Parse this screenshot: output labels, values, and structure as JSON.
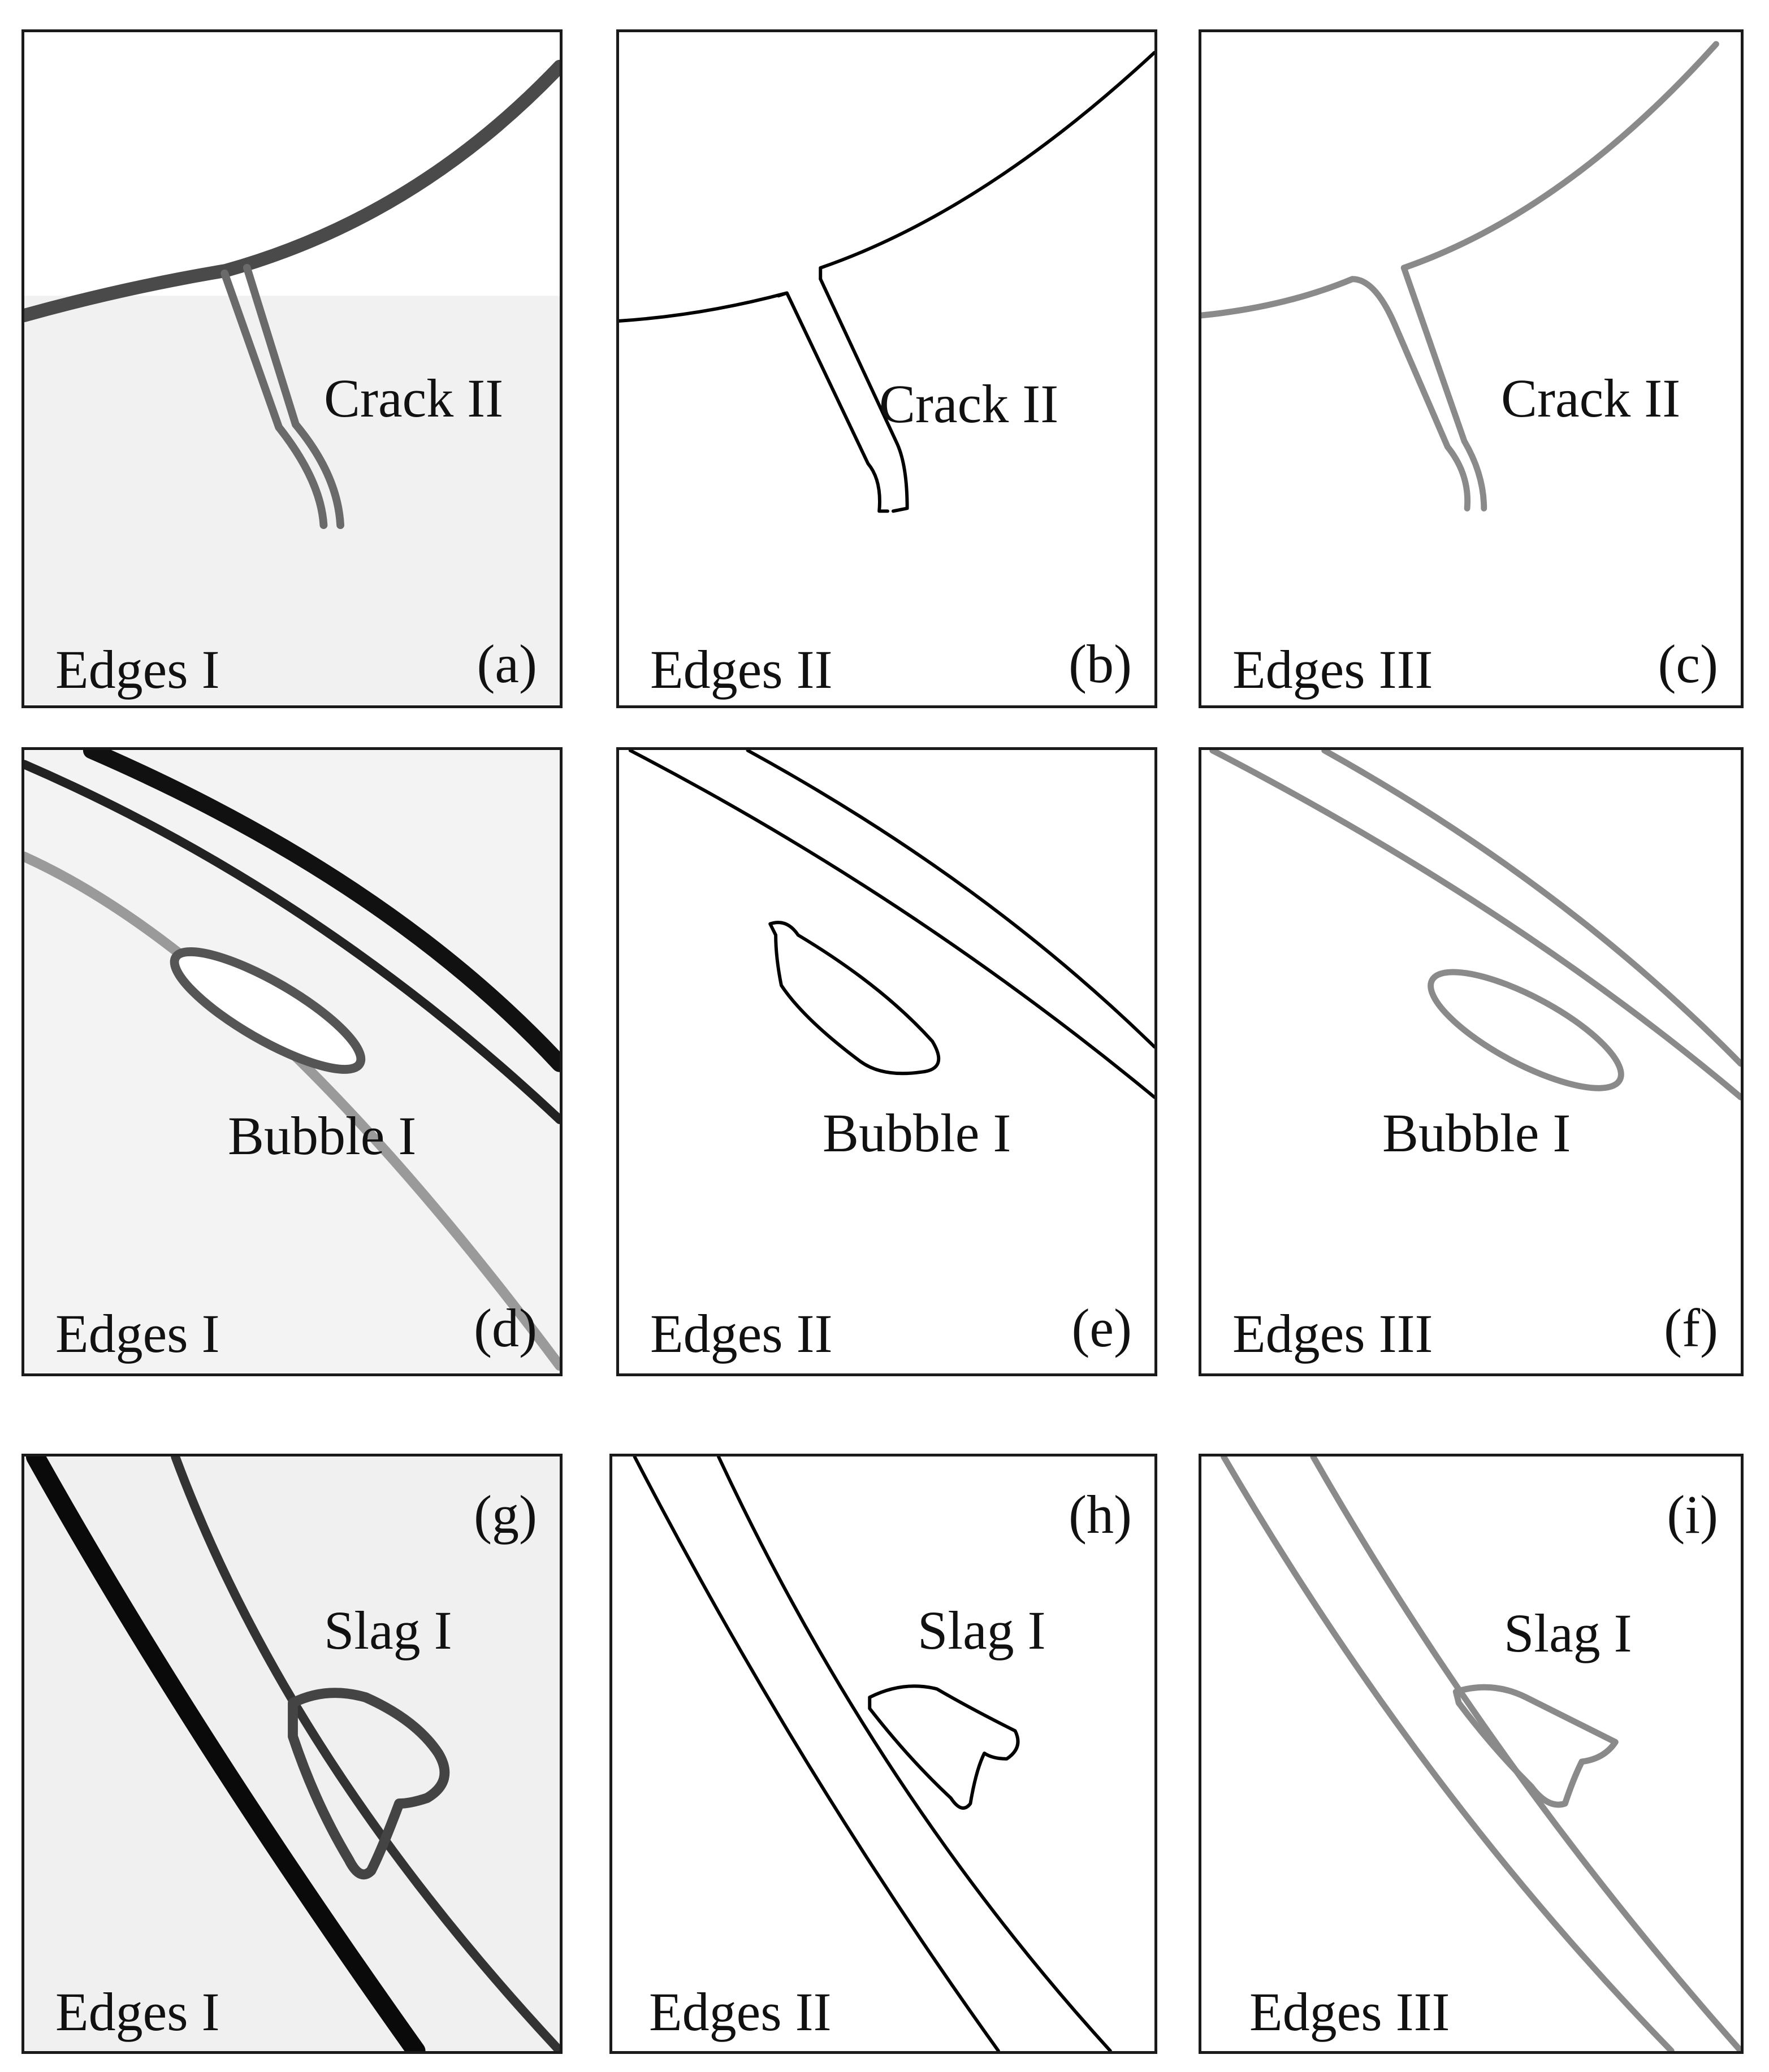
{
  "panels": {
    "a": {
      "letter": "(a)",
      "edges": "Edges I",
      "defect": "Crack II"
    },
    "b": {
      "letter": "(b)",
      "edges": "Edges II",
      "defect": "Crack II"
    },
    "c": {
      "letter": "(c)",
      "edges": "Edges III",
      "defect": "Crack II"
    },
    "d": {
      "letter": "(d)",
      "edges": "Edges I",
      "defect": "Bubble I"
    },
    "e": {
      "letter": "(e)",
      "edges": "Edges II",
      "defect": "Bubble I"
    },
    "f": {
      "letter": "(f)",
      "edges": "Edges III",
      "defect": "Bubble I"
    },
    "g": {
      "letter": "(g)",
      "edges": "Edges I",
      "defect": "Slag I"
    },
    "h": {
      "letter": "(h)",
      "edges": "Edges II",
      "defect": "Slag I"
    },
    "i": {
      "letter": "(i)",
      "edges": "Edges III",
      "defect": "Slag I"
    }
  }
}
